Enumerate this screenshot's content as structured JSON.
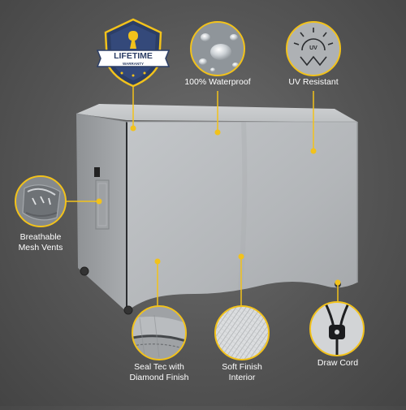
{
  "badge": {
    "main": "LIFETIME",
    "sub": "WARRANTY"
  },
  "features": {
    "waterproof": "100% Waterproof",
    "uv": "UV Resistant",
    "uv_icon_text": "UV",
    "vents_line1": "Breathable",
    "vents_line2": "Mesh Vents",
    "seal_line1": "Seal Tec with",
    "seal_line2": "Diamond Finish",
    "soft_line1": "Soft Finish",
    "soft_line2": "Interior",
    "cord": "Draw Cord"
  },
  "colors": {
    "accent": "#f2c21b",
    "badge_navy": "#2c3e66",
    "cover_gray": "#b4b7ba",
    "background": "#5a5a5a"
  }
}
